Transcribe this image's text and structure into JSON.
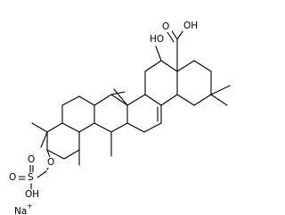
{
  "structure": {
    "labels": {
      "carboxyl": "OH",
      "carboxyl_o": "O",
      "hydroxy": "HO",
      "ester_o": "O",
      "sulfur": "S",
      "sulfonyl_o_left": "O",
      "sulfonyl_o_top": "O",
      "sulfonic_oh": "OH",
      "sodium": "Na",
      "sodium_charge": "+"
    },
    "colors": {
      "bond": "#000000",
      "background": "#ffffff"
    }
  }
}
